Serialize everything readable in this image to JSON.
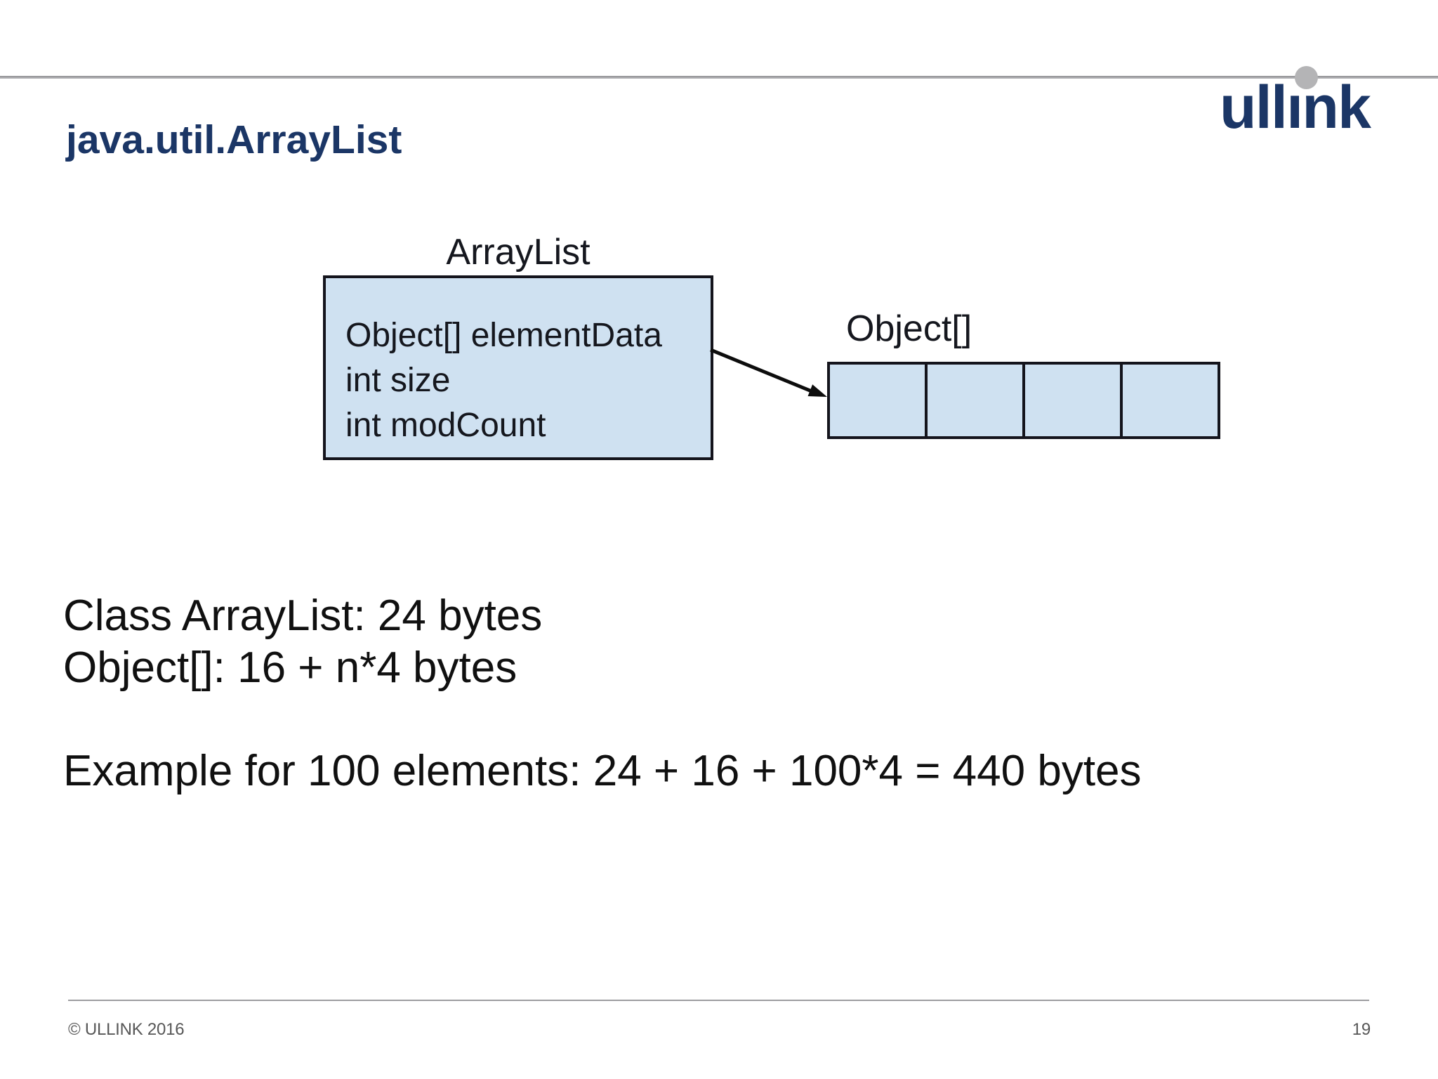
{
  "slide": {
    "header": {
      "title": "java.util.ArrayList"
    },
    "logo": {
      "name": "ullink",
      "segment_pre": "ull",
      "segment_dotless_i": "ı",
      "segment_post": "nk"
    },
    "diagram": {
      "class_title": "ArrayList",
      "class_fields": [
        "Object[] elementData",
        "int size",
        "int modCount"
      ],
      "array_title": "Object[]",
      "array_cell_count": 4
    },
    "body": {
      "size_lines": "Class ArrayList: 24 bytes\nObject[]: 16 + n*4 bytes",
      "example_line": "Example for 100 elements: 24 + 16 + 100*4 = 440 bytes"
    },
    "footer": {
      "copyright": "© ULLINK 2016",
      "page": "19"
    },
    "colors": {
      "navy": "#1b3666",
      "box_fill": "#cfe1f1",
      "box_border": "#14141c",
      "diagram_text": "#15171e",
      "body_text": "#101010",
      "rule_gray": "#a5a5a8",
      "dot_gray": "#b4b4b6",
      "footer_text": "#575757",
      "arrow_black": "#0d0d0d"
    }
  }
}
